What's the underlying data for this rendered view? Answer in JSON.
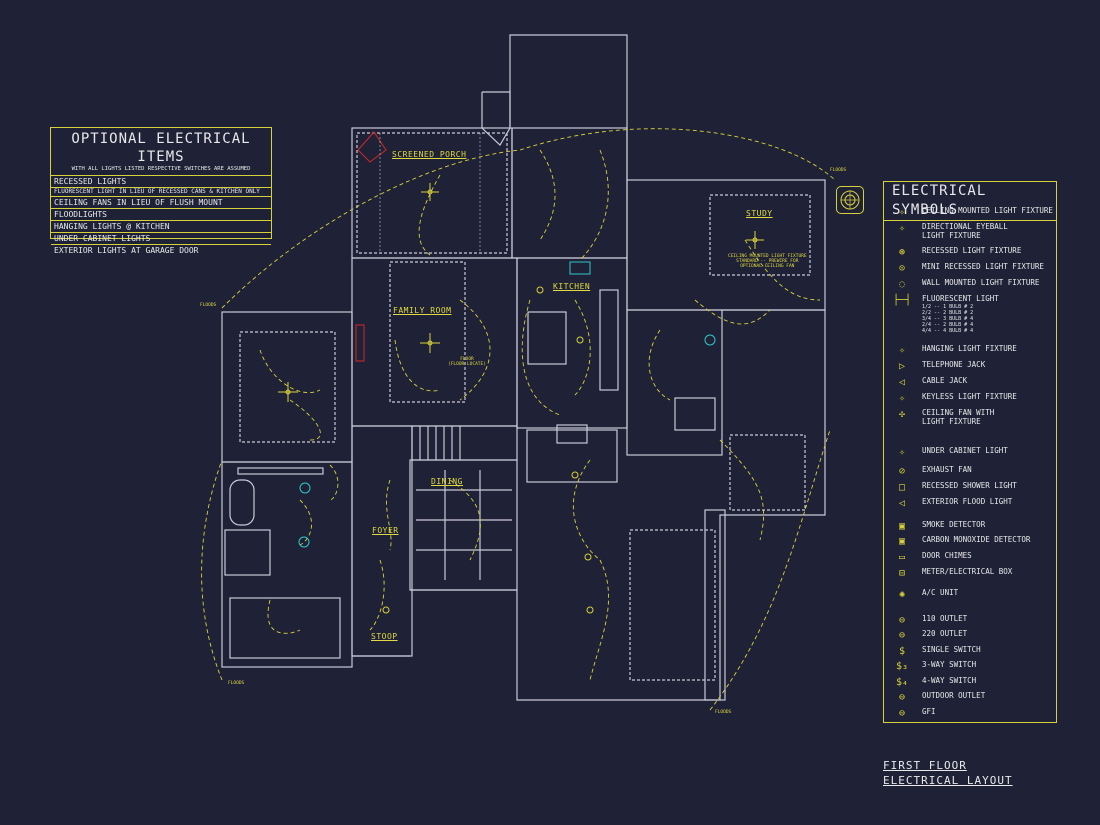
{
  "optional_items": {
    "title": "OPTIONAL ELECTRICAL ITEMS",
    "subtitle": "WITH ALL LIGHTS LISTED RESPECTIVE SWITCHES ARE ASSUMED",
    "rows": [
      "RECESSED LIGHTS",
      "FLUORESCENT LIGHT IN LIEU OF RECESSED CANS & KITCHEN ONLY",
      "CEILING FANS IN LIEU OF FLUSH MOUNT",
      "FLOODLIGHTS",
      "HANGING LIGHTS @ KITCHEN",
      "UNDER CABINET LIGHTS",
      "EXTERIOR LIGHTS AT GARAGE DOOR"
    ]
  },
  "symbols": {
    "title": "ELECTRICAL SYMBOLS",
    "items": [
      {
        "icon": "ceiling-light-icon",
        "glyph": "✧",
        "label": "CEILING MOUNTED LIGHT FIXTURE"
      },
      {
        "icon": "eyeball-light-icon",
        "glyph": "✧",
        "label": "DIRECTIONAL EYEBALL",
        "label2": "LIGHT FIXTURE"
      },
      {
        "icon": "recessed-light-icon",
        "glyph": "⊛",
        "label": "RECESSED LIGHT FIXTURE"
      },
      {
        "icon": "mini-recessed-light-icon",
        "glyph": "⊙",
        "label": "MINI RECESSED LIGHT FIXTURE"
      },
      {
        "icon": "wall-light-icon",
        "glyph": "◌",
        "label": "WALL MOUNTED LIGHT FIXTURE"
      },
      {
        "icon": "fluorescent-light-icon",
        "glyph": "├─┤",
        "label": "FLUORESCENT LIGHT",
        "sublines": [
          "1/2  -- 1 BULB # 2",
          "2/2  -- 2 BULB # 2",
          "3/4  -- 3 BULB # 4",
          "2/4  -- 2 BULB # 4",
          "4/4  -- 4 BULB # 4"
        ]
      },
      {
        "icon": "hanging-light-icon",
        "glyph": "✧",
        "label": "HANGING LIGHT FIXTURE"
      },
      {
        "icon": "telephone-jack-icon",
        "glyph": "▷",
        "label": "TELEPHONE JACK"
      },
      {
        "icon": "cable-jack-icon",
        "glyph": "◁",
        "label": "CABLE JACK"
      },
      {
        "icon": "keyless-light-icon",
        "glyph": "✧",
        "label": "KEYLESS LIGHT FIXTURE"
      },
      {
        "icon": "ceiling-fan-icon",
        "glyph": "✣",
        "label": "CEILING FAN WITH",
        "label2": "LIGHT FIXTURE"
      },
      {
        "icon": "under-cabinet-light-icon",
        "glyph": "✧",
        "label": "UNDER CABINET LIGHT"
      },
      {
        "icon": "exhaust-fan-icon",
        "glyph": "⊘",
        "label": "EXHAUST FAN"
      },
      {
        "icon": "shower-light-icon",
        "glyph": "□",
        "label": "RECESSED SHOWER LIGHT"
      },
      {
        "icon": "flood-light-icon",
        "glyph": "◁",
        "label": "EXTERIOR FLOOD LIGHT"
      },
      {
        "icon": "smoke-detector-icon",
        "glyph": "▣",
        "label": "SMOKE DETECTOR"
      },
      {
        "icon": "co-detector-icon",
        "glyph": "▣",
        "label": "CARBON MONOXIDE DETECTOR"
      },
      {
        "icon": "door-chimes-icon",
        "glyph": "▭",
        "label": "DOOR CHIMES"
      },
      {
        "icon": "meter-box-icon",
        "glyph": "⊟",
        "label": "METER/ELECTRICAL BOX"
      },
      {
        "icon": "ac-unit-icon",
        "glyph": "✺",
        "label": "A/C UNIT"
      },
      {
        "icon": "outlet-110-icon",
        "glyph": "⊖",
        "label": "110 OUTLET"
      },
      {
        "icon": "outlet-220-icon",
        "glyph": "⊖",
        "label": "220 OUTLET"
      },
      {
        "icon": "single-switch-icon",
        "glyph": "$",
        "label": "SINGLE SWITCH"
      },
      {
        "icon": "three-way-switch-icon",
        "glyph": "$₃",
        "label": "3-WAY SWITCH"
      },
      {
        "icon": "four-way-switch-icon",
        "glyph": "$₄",
        "label": "4-WAY SWITCH"
      },
      {
        "icon": "outdoor-outlet-icon",
        "glyph": "⊖",
        "label": "OUTDOOR OUTLET"
      },
      {
        "icon": "gfi-icon",
        "glyph": "⊖",
        "label": "GFI"
      }
    ]
  },
  "rooms": {
    "screened_porch": "SCREENED PORCH",
    "study": "STUDY",
    "kitchen": "KITCHEN",
    "family_room": "FAMILY ROOM",
    "dining": "DINING",
    "foyer": "FOYER",
    "stoop": "STOOP"
  },
  "notes": {
    "study_note_1": "CEILING MOUNTED LIGHT FIXTURE",
    "study_note_2": "STANDARD -- PREWIRE FOR",
    "study_note_3": "OPTIONAL CEILING FAN",
    "floods_1": "FLOODS",
    "floods_2": "FLOODS",
    "floods_3": "FLOODS",
    "floods_4": "FLOODS",
    "floor_note": "FLOOR",
    "floor_note_2": "(FLOOR LOCATE)"
  },
  "title_block": {
    "line1": "FIRST FLOOR",
    "line2": "ELECTRICAL LAYOUT"
  },
  "colors": {
    "background": "#1f2236",
    "walls": "#c9c9d6",
    "electrical": "#d8d23a",
    "text": "#e9e9ea",
    "accent_red": "#d02828",
    "accent_cyan": "#2ec7c7"
  }
}
